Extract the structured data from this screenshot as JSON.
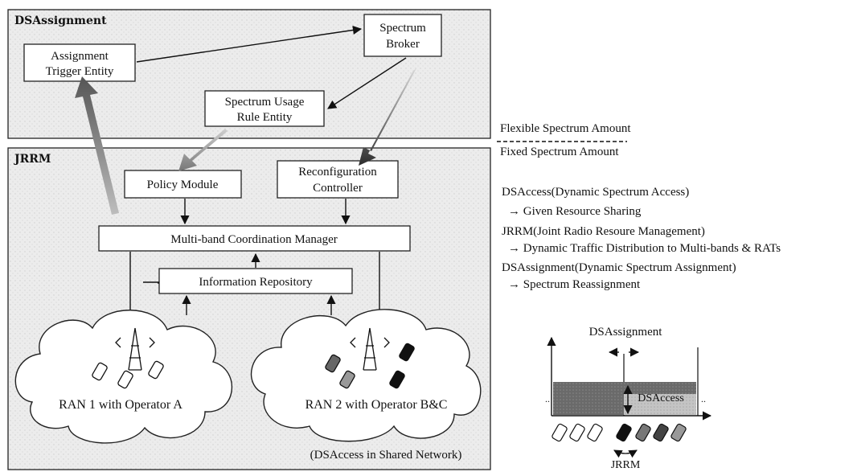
{
  "colors": {
    "panel_fill": "#e9e9e9",
    "panel_border": "#222222",
    "arrow_up": "#8a8a8a",
    "arrow_dark": "#3a3a3a",
    "band_dark": "#6f6f6f",
    "band_light": "#c8c8c8"
  },
  "top_panel": {
    "label": "DSAssignment",
    "assignment_trigger": [
      "Assignment",
      "Trigger Entity"
    ],
    "spectrum_broker": [
      "Spectrum",
      "Broker"
    ],
    "spectrum_usage": [
      "Spectrum Usage",
      "Rule Entity"
    ]
  },
  "bottom_panel": {
    "label": "JRRM",
    "policy_module": "Policy Module",
    "reconfig": [
      "Reconfiguration",
      "Controller"
    ],
    "coordination": "Multi-band Coordination Manager",
    "repository": "Information Repository",
    "ran1": "RAN 1 with Operator A",
    "ran2": "RAN 2 with Operator B&C",
    "shared_note": "(DSAccess in Shared Network)"
  },
  "divider": {
    "flexible": "Flexible Spectrum Amount",
    "fixed": "Fixed Spectrum Amount"
  },
  "legend": [
    {
      "title": "DSAccess(Dynamic Spectrum Access)",
      "desc": "→ Given Resource Sharing"
    },
    {
      "title": "JRRM(Joint Radio Resoure Management)",
      "desc": "→ Dynamic Traffic Distribution to Multi-bands & RATs"
    },
    {
      "title": "DSAssignment(Dynamic Spectrum Assignment)",
      "desc": "→ Spectrum Reassignment"
    }
  ],
  "mini_chart": {
    "top_label": "DSAssignment",
    "inner_label": "DSAccess",
    "bottom_label": "JRRM",
    "dots": ".."
  },
  "icons": [
    "antenna-icon",
    "cell-phone-icon",
    "arrow-icon"
  ]
}
